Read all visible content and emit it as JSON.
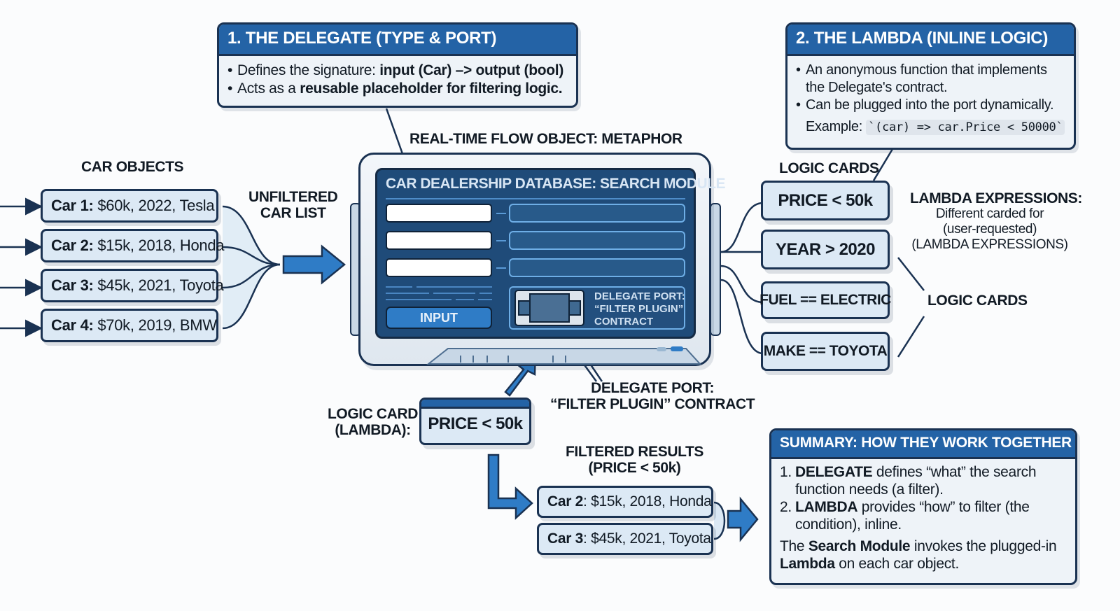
{
  "colors": {
    "accent": "#2463a6",
    "outline": "#1a3252",
    "card_fill": "#dce9f5",
    "screen": "#1f4b79",
    "arrow": "#2f7cc6"
  },
  "delegate_box": {
    "title": "1. THE DELEGATE (TYPE & PORT)",
    "line1_prefix": "Defines the signature: ",
    "line1_bold": "input (Car) –> output (bool)",
    "line2_prefix": "Acts as a ",
    "line2_bold": "reusable placeholder for filtering logic."
  },
  "lambda_box": {
    "title": "2. THE LAMBDA (INLINE LOGIC)",
    "bullet1": "An anonymous function that implements the Delegate's contract.",
    "bullet2": "Can be plugged into the port dynamically.",
    "example_label": "Example: ",
    "example_code": "`(car) => car.Price < 50000`"
  },
  "labels": {
    "metaphor": "REAL-TIME FLOW OBJECT: METAPHOR",
    "car_objects": "CAR OBJECTS",
    "unfiltered_1": "UNFILTERED",
    "unfiltered_2": "CAR LIST",
    "logic_cards_top": "LOGIC CARDS",
    "logic_cards_right": "LOGIC CARDS",
    "lambda_expr_title": "LAMBDA EXPRESSIONS:",
    "lambda_expr_l1": "Different carded for",
    "lambda_expr_l2": "(user-requested)",
    "lambda_expr_l3": "(LAMBDA EXPRESSIONS)",
    "port_callout_1": "DELEGATE PORT:",
    "port_callout_2": "“FILTER PLUGIN” CONTRACT",
    "logic_card_lambda_1": "LOGIC CARD",
    "logic_card_lambda_2": "(LAMBDA):",
    "filtered_1": "FILTERED RESULTS",
    "filtered_2": "(PRICE < 50k)"
  },
  "cars": [
    {
      "name": "Car 1:",
      "details": " $60k, 2022, Tesla"
    },
    {
      "name": "Car 2:",
      "details": " $15k, 2018, Honda"
    },
    {
      "name": "Car 3:",
      "details": " $45k, 2021, Toyota"
    },
    {
      "name": "Car 4:",
      "details": " $70k, 2019, BMW"
    }
  ],
  "search_module": {
    "title": "CAR DEALERSHIP DATABASE: SEARCH MODULE",
    "input_button": "INPUT",
    "port_l1": "DELEGATE PORT:",
    "port_l2": "“FILTER PLUGIN”",
    "port_l3": "CONTRACT"
  },
  "logic_cards": [
    "PRICE < 50k",
    "YEAR > 2020",
    "FUEL == ELECTRIC",
    "MAKE == TOYOTA"
  ],
  "plugged_card": "PRICE < 50k",
  "filtered_results": [
    {
      "name": "Car 2",
      "details": ": $15k, 2018, Honda"
    },
    {
      "name": "Car 3",
      "details": ": $45k, 2021, Toyota"
    }
  ],
  "summary_box": {
    "title": "SUMMARY: HOW THEY WORK TOGETHER",
    "item1_num": "1. ",
    "item1_bold": "DELEGATE",
    "item1_rest": " defines “what” the search function needs (a filter).",
    "item2_num": "2. ",
    "item2_bold": "LAMBDA",
    "item2_rest": " provides “how” to filter (the condition), inline.",
    "closing_a": "The ",
    "closing_bold1": "Search Module",
    "closing_b": " invokes the plugged-in ",
    "closing_bold2": "Lambda",
    "closing_c": " on each car object."
  }
}
